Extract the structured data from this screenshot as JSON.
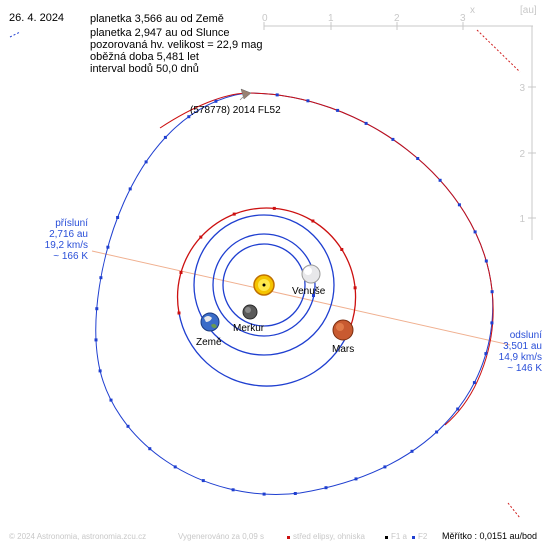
{
  "date": "26. 4. 2024",
  "info": {
    "line1": "planetka 3,566 au od Země",
    "line2": "planetka 2,947 au od Slunce",
    "line3": "pozorovaná hv. velikost = 22,9 mag",
    "line4": "oběžná doba 5,481 let",
    "line5": "interval bodů 50,0 dnů"
  },
  "object_label": "(578778) 2014 FL52",
  "perihelion": {
    "title": "přísluní",
    "dist": "2,716 au",
    "speed": "19,2 km/s",
    "temp": "~ 166 K"
  },
  "aphelion": {
    "title": "odsluní",
    "dist": "3,501 au",
    "speed": "14,9 km/s",
    "temp": "~ 146 K"
  },
  "planets": {
    "venus": "Venuše",
    "mercury": "Merkur",
    "earth": "Země",
    "mars": "Mars"
  },
  "side_view": {
    "axis_x_label": "x",
    "axis_unit": "[au]",
    "x_ticks": [
      "0",
      "1",
      "2",
      "3"
    ],
    "z_ticks": [
      "3",
      "2",
      "1"
    ]
  },
  "footer": {
    "copyright": "© 2024 Astronomia, astronomia.zcu.cz",
    "generated": "Vygenerováno za 0,09 s",
    "legend_center": "střed elipsy, ohniska",
    "f1": "F1 a",
    "f2": "F2",
    "scale": "Měřítko : 0,0151 au/bod"
  },
  "colors": {
    "orbit_blue": "#1f3fd0",
    "orbit_red": "#cc1010",
    "apsis_line": "#f0b090",
    "grid": "#c8c8c8",
    "side_orbit": "#d02020",
    "label_blue": "#2a4fd8"
  }
}
